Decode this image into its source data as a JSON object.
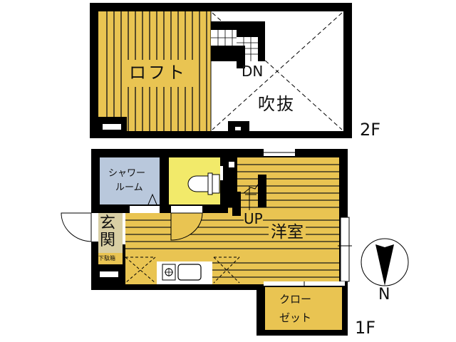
{
  "colors": {
    "wall": "#000000",
    "floor_wood": "#e9c452",
    "floor_wood_line": "#1a1a1a",
    "shower_room": "#b9c8dc",
    "toilet_room": "#f2ea6a",
    "genkan": "#d9cfa4",
    "closet": "#e9c452",
    "fixture": "#ffffff"
  },
  "floor2": {
    "level_label": "2F",
    "rooms": {
      "loft": "ロフト",
      "atrium": "吹抜"
    },
    "stair_label": "DN"
  },
  "floor1": {
    "level_label": "1F",
    "rooms": {
      "shower_line1": "シャワー",
      "shower_line2": "ルーム",
      "western_room": "洋室",
      "genkan_line1": "玄",
      "genkan_line2": "関",
      "shoe_box": "下駄箱",
      "closet_line1": "クロー",
      "closet_line2": "ゼット"
    },
    "stair_label": "UP"
  },
  "compass": {
    "north_label": "N"
  }
}
